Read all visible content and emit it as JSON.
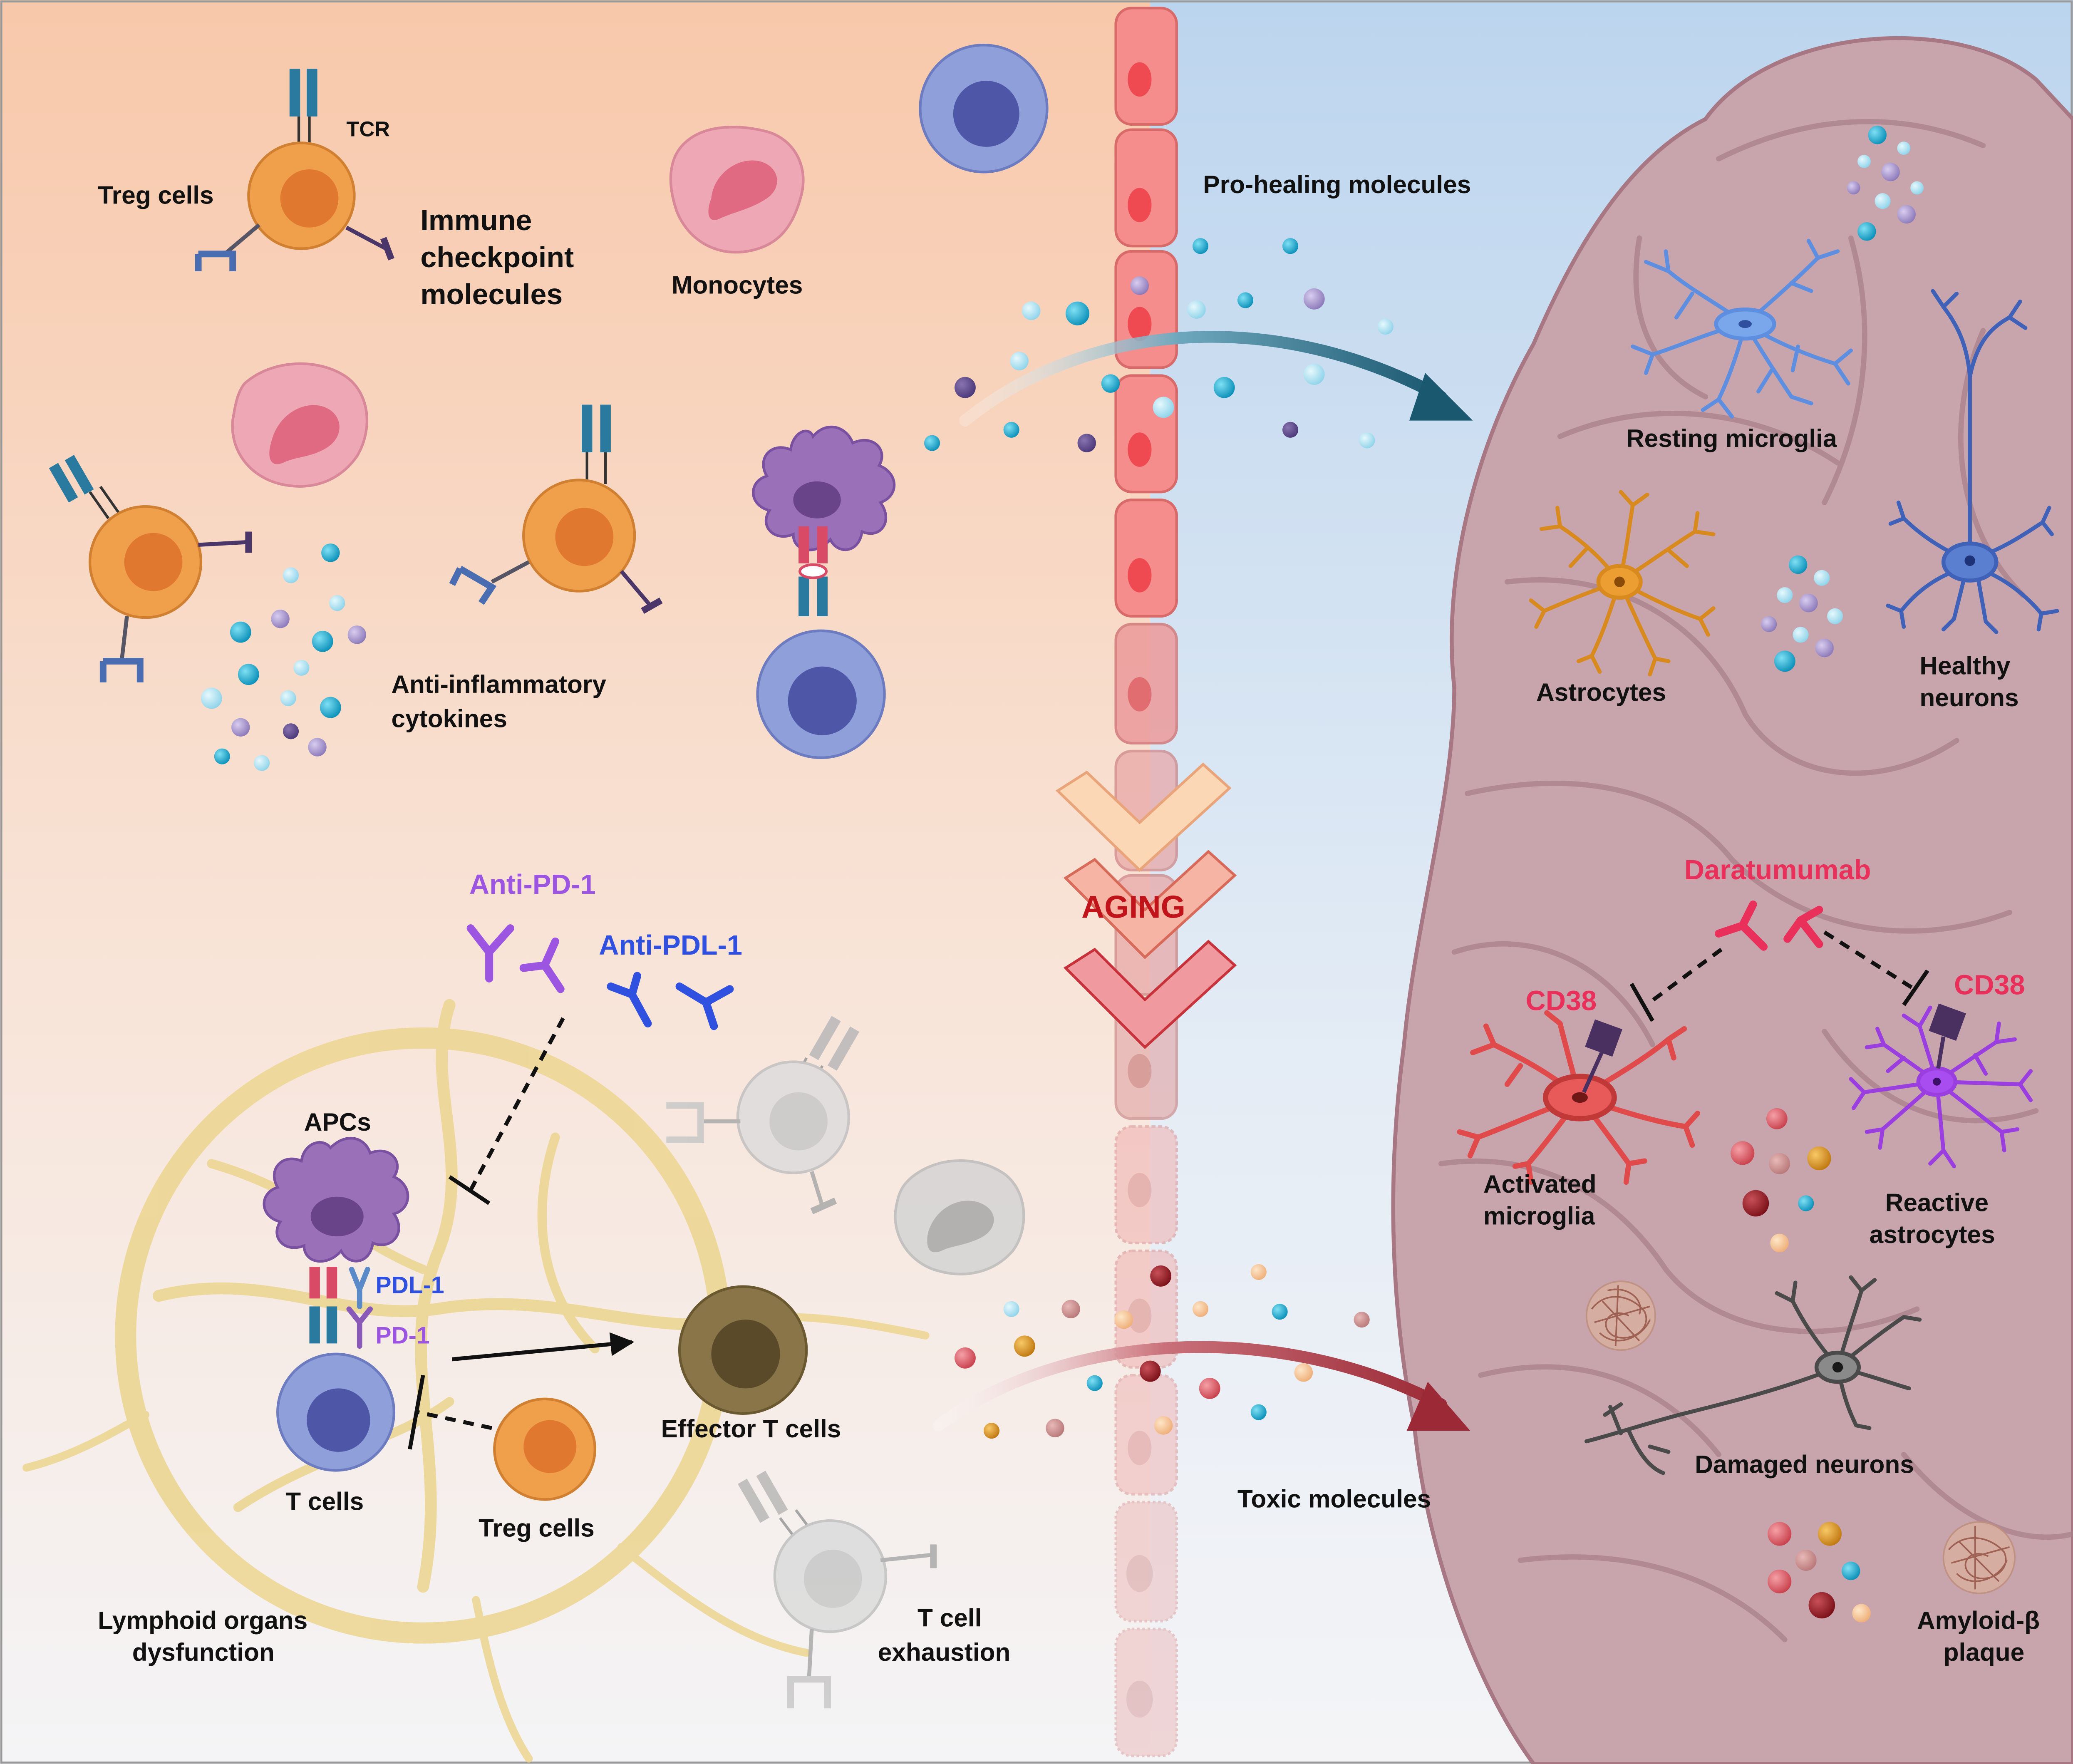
{
  "labels": {
    "tcr": "TCR",
    "treg_top": "Treg cells",
    "immune_checkpoint": [
      "Immune",
      "checkpoint",
      "molecules"
    ],
    "monocytes": "Monocytes",
    "pro_healing": "Pro-healing molecules",
    "anti_inflammatory": [
      "Anti-inflammatory",
      "cytokines"
    ],
    "resting_microglia": "Resting microglia",
    "astrocytes": "Astrocytes",
    "healthy_neurons": [
      "Healthy",
      "neurons"
    ],
    "anti_pd1": "Anti-PD-1",
    "anti_pdl1": "Anti-PDL-1",
    "aging": "AGING",
    "daratumumab": "Daratumumab",
    "cd38_left": "CD38",
    "cd38_right": "CD38",
    "apcs": "APCs",
    "pdl1": "PDL-1",
    "pd1": "PD-1",
    "activated_microglia": [
      "Activated",
      "microglia"
    ],
    "reactive_astrocytes": [
      "Reactive",
      "astrocytes"
    ],
    "effector_t": "Effector T cells",
    "t_cells": "T cells",
    "treg_bottom": "Treg cells",
    "damaged_neurons": "Damaged neurons",
    "toxic_molecules": "Toxic molecules",
    "lymphoid": [
      "Lymphoid organs",
      "dysfunction"
    ],
    "t_exhaustion": [
      "T cell",
      "exhaustion"
    ],
    "amyloid": [
      "Amyloid-β",
      "plaque"
    ]
  },
  "colors": {
    "bg_left_top": "#f8cbb0",
    "bg_right_top": "#c3d9ee",
    "brain": "#c9a9b2",
    "brain_outline": "#a87a88",
    "treg": "#f0a04b",
    "treg_nucleus": "#e07830",
    "t_cell": "#8f9fd9",
    "t_cell_nucleus": "#4e56a8",
    "apc": "#9a70b8",
    "monocyte": "#e8879a",
    "vessel": "#f48a8a",
    "pro_arrow": "#1f5f78",
    "toxic_arrow": "#9b2a36",
    "cd38_text": "#e8305a",
    "anti_pd1_text": "#9b55e0",
    "anti_pdl1_text": "#3050e0",
    "aging_text": "#c0141a",
    "effector": "#8a7548"
  }
}
